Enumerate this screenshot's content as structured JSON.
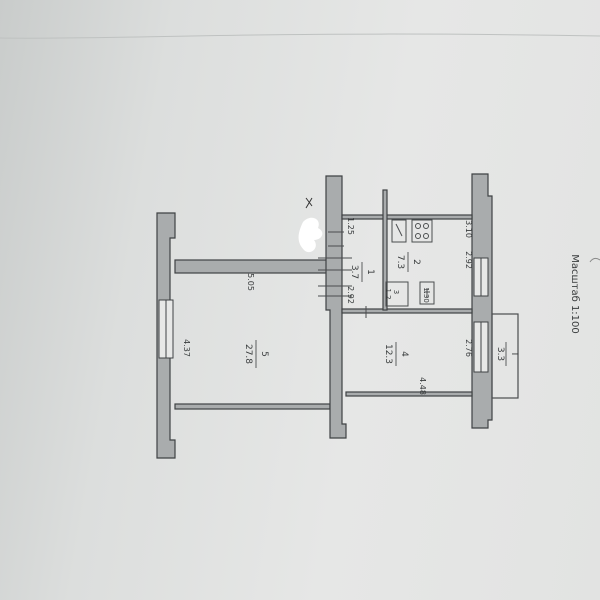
{
  "scale_text": "Масштаб 1:100",
  "rooms": [
    {
      "number": "1",
      "area": "3.7",
      "width": "2.92"
    },
    {
      "number": "2",
      "area": "7.3",
      "dim_a": "3.10",
      "dim_b": "2.92"
    },
    {
      "number": "3",
      "area": "1.2"
    },
    {
      "number": "4",
      "area": "12.3",
      "dim_a": "2.76",
      "dim_b": "4.48"
    },
    {
      "number": "5",
      "area": "27.8",
      "dim_a": "5.05",
      "dim_b": "4.37"
    },
    {
      "number": "I",
      "area": "3.3"
    }
  ],
  "extra_dims": [
    "1.25",
    "1.30"
  ],
  "colors": {
    "ink": "#4a4d4f",
    "wall": "#9a9d9e",
    "paper": "#e4e5e4"
  }
}
